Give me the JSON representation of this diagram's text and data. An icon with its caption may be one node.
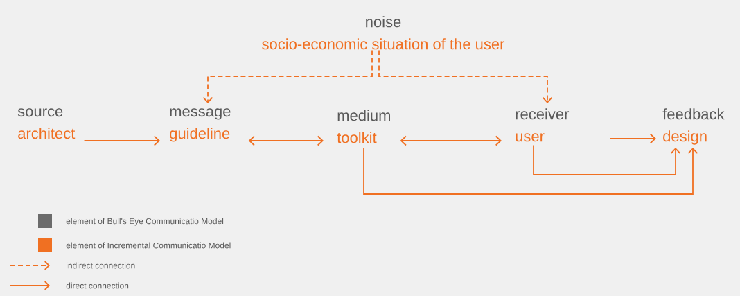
{
  "diagram": {
    "nodes": [
      {
        "text": [
          "noise",
          "socio-economic situation of the user"
        ]
      },
      {
        "text": [
          "source",
          "architect"
        ]
      },
      {
        "text": [
          "message",
          "guideline"
        ]
      },
      {
        "text": [
          "medium",
          "toolkit"
        ]
      },
      {
        "text": [
          "receiver",
          "user"
        ]
      },
      {
        "text": [
          "feedback",
          "design"
        ]
      }
    ],
    "edges": [
      {
        "from": 0,
        "to": 2,
        "arrow": "to",
        "style": "dashed"
      },
      {
        "from": 0,
        "to": 4,
        "arrow": "to",
        "style": "dashed"
      },
      {
        "from": 1,
        "to": 2,
        "arrow": "to"
      },
      {
        "from": 2,
        "to": 3,
        "arrow": "both"
      },
      {
        "from": 3,
        "to": 4,
        "arrow": "both"
      },
      {
        "from": 4,
        "to": 5,
        "arrow": "to"
      },
      {
        "from": 4,
        "to": 5,
        "arrow": "to"
      },
      {
        "from": 3,
        "to": 5,
        "arrow": "to"
      }
    ],
    "legend": [
      {
        "text": "element of Bull's Eye Communicatio Model",
        "color": "#6b6b6b"
      },
      {
        "text": "element of Incremental Communicatio Model",
        "color": "#f07022"
      },
      {
        "text": "indirect connection"
      },
      {
        "text": "direct connection"
      }
    ]
  }
}
